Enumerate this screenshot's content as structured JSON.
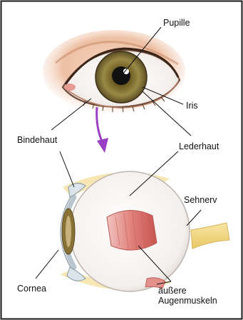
{
  "labels": {
    "pupil": "Pupille",
    "iris": "Iris",
    "conjunctiva": "Bindehaut",
    "sclera": "Lederhaut",
    "optic_nerve": "Sehnerv",
    "cornea": "Cornea",
    "muscles_line1": "äußere",
    "muscles_line2": "Augenmuskeln"
  },
  "colors": {
    "border": "#1a1a1a",
    "arrow": "#9b3fc4",
    "iris": "#8a7a3c",
    "muscle": "#d9706e",
    "nerve": "#efd27a",
    "skin": "#e8b08e",
    "lens": "#b9c6cf"
  }
}
